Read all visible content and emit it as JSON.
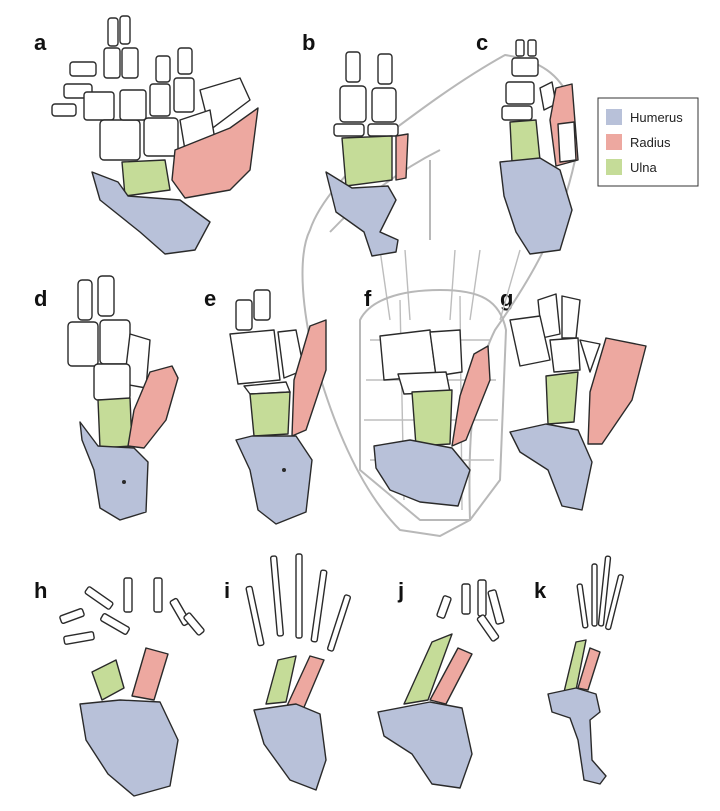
{
  "figure": {
    "panel_labels": [
      "a",
      "b",
      "c",
      "d",
      "e",
      "f",
      "g",
      "h",
      "i",
      "j",
      "k"
    ]
  },
  "legend": {
    "items": [
      {
        "label": "Humerus",
        "color": "#b8c1d9"
      },
      {
        "label": "Radius",
        "color": "#eda8a0"
      },
      {
        "label": "Ulna",
        "color": "#c5dc98"
      }
    ]
  },
  "colors": {
    "humerus": "#b8c1d9",
    "radius": "#eda8a0",
    "ulna": "#c5dc98",
    "outline": "#2a2a2a",
    "body_outline": "#b8b8b8"
  }
}
